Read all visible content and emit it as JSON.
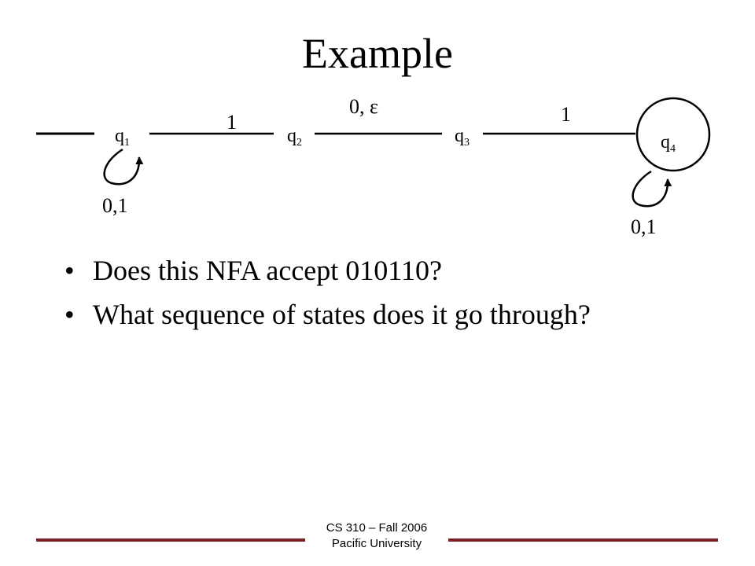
{
  "title": "Example",
  "diagram": {
    "states": [
      {
        "name": "q",
        "sub": "1",
        "accepting": false
      },
      {
        "name": "q",
        "sub": "2",
        "accepting": false
      },
      {
        "name": "q",
        "sub": "3",
        "accepting": false
      },
      {
        "name": "q",
        "sub": "4",
        "accepting": true
      }
    ],
    "transitions": [
      {
        "from": "q1",
        "to": "q2",
        "label": "1"
      },
      {
        "from": "q2",
        "to": "q3",
        "label": "0, ε"
      },
      {
        "from": "q3",
        "to": "q4",
        "label": "1"
      },
      {
        "from": "q1",
        "to": "q1",
        "label": "0,1"
      },
      {
        "from": "q4",
        "to": "q4",
        "label": "0,1"
      }
    ]
  },
  "bullets": [
    "Does this NFA accept 010110?",
    "What sequence of states does it go through?"
  ],
  "bullet_symbol": "•",
  "footer": {
    "line1": "CS 310 – Fall 2006",
    "line2": "Pacific University"
  },
  "colors": {
    "footer_rule": "#7a1f24"
  }
}
